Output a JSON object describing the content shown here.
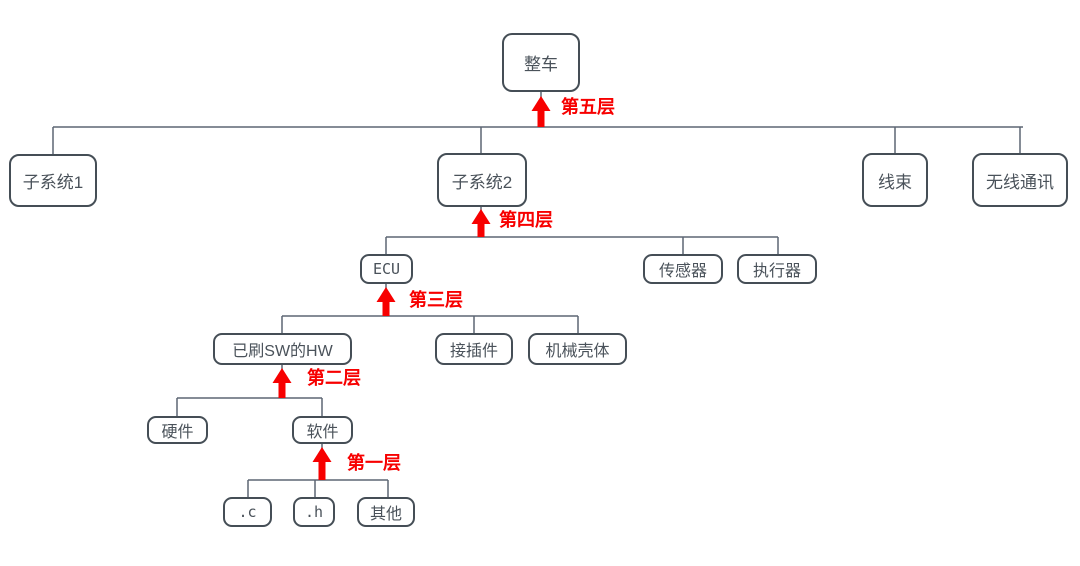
{
  "diagram": {
    "type": "hierarchy-tree",
    "colors": {
      "background": "#ffffff",
      "node_border": "#454E56",
      "node_text": "#4A525A",
      "connector": "#5D6673",
      "arrow": "#F70000",
      "level_text": "#F70000"
    },
    "nodes": [
      {
        "id": "vehicle",
        "label": "整车",
        "parent": null
      },
      {
        "id": "subsystem-1",
        "label": "子系统1",
        "parent": "整车"
      },
      {
        "id": "subsystem-2",
        "label": "子系统2",
        "parent": "整车"
      },
      {
        "id": "wiring-harness",
        "label": "线束",
        "parent": "整车"
      },
      {
        "id": "wireless-comm",
        "label": "无线通讯",
        "parent": "整车"
      },
      {
        "id": "ecu",
        "label": "ECU",
        "parent": "子系统2"
      },
      {
        "id": "sensor",
        "label": "传感器",
        "parent": "子系统2"
      },
      {
        "id": "actuator",
        "label": "执行器",
        "parent": "子系统2"
      },
      {
        "id": "hw-with-sw",
        "label": "已刷SW的HW",
        "parent": "ECU"
      },
      {
        "id": "connector-part",
        "label": "接插件",
        "parent": "ECU"
      },
      {
        "id": "mech-housing",
        "label": "机械壳体",
        "parent": "ECU"
      },
      {
        "id": "hardware",
        "label": "硬件",
        "parent": "已刷SW的HW"
      },
      {
        "id": "software",
        "label": "软件",
        "parent": "已刷SW的HW"
      },
      {
        "id": "c-file",
        "label": ".c",
        "parent": "软件"
      },
      {
        "id": "h-file",
        "label": ".h",
        "parent": "软件"
      },
      {
        "id": "other",
        "label": "其他",
        "parent": "软件"
      }
    ],
    "levels": [
      {
        "id": "level-5",
        "label": "第五层",
        "arrow_points_to": "整车"
      },
      {
        "id": "level-4",
        "label": "第四层",
        "arrow_points_to": "子系统2"
      },
      {
        "id": "level-3",
        "label": "第三层",
        "arrow_points_to": "ECU"
      },
      {
        "id": "level-2",
        "label": "第二层",
        "arrow_points_to": "已刷SW的HW"
      },
      {
        "id": "level-1",
        "label": "第一层",
        "arrow_points_to": "软件"
      }
    ]
  }
}
